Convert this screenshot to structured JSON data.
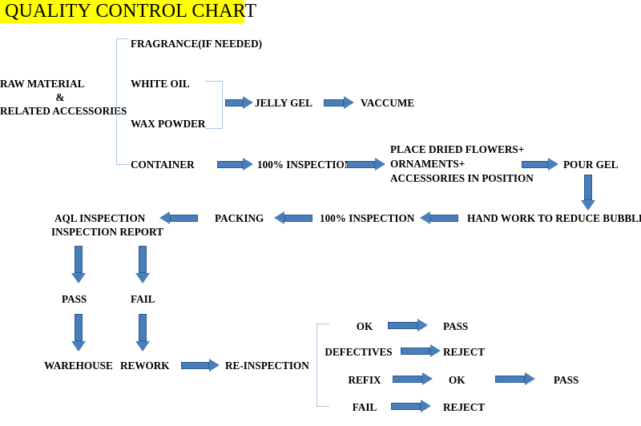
{
  "title": {
    "text": "QUALITY CONTROL CHART",
    "highlight_color": "#ffff00"
  },
  "colors": {
    "arrow_fill": "#4a7ebb",
    "arrow_stroke": "#2e5a8e",
    "bracket": "#aec6e4",
    "text": "#000000",
    "background": "#ffffff"
  },
  "nodes": {
    "raw_material_line1": "RAW MATERIAL",
    "raw_material_line2": "&",
    "raw_material_line3": "RELATED ACCESSORIES",
    "fragrance": "FRAGRANCE(IF NEEDED)",
    "white_oil": "WHITE OIL",
    "wax_powder": "WAX POWDER",
    "container": "CONTAINER",
    "jelly_gel": "JELLY GEL",
    "vaccume": "VACCUME",
    "inspection_100_a": "100% INSPECTION",
    "place_dried_line1": "PLACE DRIED FLOWERS+",
    "place_dried_line2": "ORNAMENTS+",
    "place_dried_line3": "ACCESSORIES IN POSITION",
    "pour_gel": "POUR GEL",
    "hand_work": "HAND WORK TO REDUCE BUBBLES",
    "inspection_100_b": "100% INSPECTION",
    "packing": "PACKING",
    "aql_inspection": "AQL INSPECTION",
    "inspection_report": "INSPECTION REPORT",
    "pass_left": "PASS",
    "fail_left": "FAIL",
    "warehouse": "WAREHOUSE",
    "rework": "REWORK",
    "re_inspection": "RE-INSPECTION",
    "ok_1": "OK",
    "pass_1": "PASS",
    "defectives": "DEFECTIVES",
    "reject_1": "REJECT",
    "refix": "REFIX",
    "ok_2": "OK",
    "pass_2": "PASS",
    "fail_branch": "FAIL",
    "reject_2": "REJECT"
  },
  "chart_data": {
    "type": "flowchart",
    "title": "QUALITY CONTROL CHART",
    "orientation": "serpentine-left-to-right-then-right-to-left",
    "legend": [],
    "nodes": [
      {
        "id": "raw-material",
        "label": "RAW MATERIAL & RELATED ACCESSORIES",
        "row": 1
      },
      {
        "id": "fragrance",
        "label": "FRAGRANCE(IF NEEDED)",
        "row": 1
      },
      {
        "id": "white-oil",
        "label": "WHITE OIL",
        "row": 1
      },
      {
        "id": "wax-powder",
        "label": "WAX POWDER",
        "row": 1
      },
      {
        "id": "container",
        "label": "CONTAINER",
        "row": 1
      },
      {
        "id": "jelly-gel",
        "label": "JELLY GEL",
        "row": 1
      },
      {
        "id": "vaccume",
        "label": "VACCUME",
        "row": 1
      },
      {
        "id": "inspection-100-a",
        "label": "100% INSPECTION",
        "row": 2
      },
      {
        "id": "place-dried",
        "label": "PLACE DRIED FLOWERS+ ORNAMENTS+ ACCESSORIES IN POSITION",
        "row": 2
      },
      {
        "id": "pour-gel",
        "label": "POUR GEL",
        "row": 2
      },
      {
        "id": "hand-work",
        "label": "HAND WORK TO REDUCE BUBBLES",
        "row": 3
      },
      {
        "id": "inspection-100-b",
        "label": "100% INSPECTION",
        "row": 3
      },
      {
        "id": "packing",
        "label": "PACKING",
        "row": 3
      },
      {
        "id": "aql-inspection",
        "label": "AQL INSPECTION / INSPECTION REPORT",
        "row": 3
      },
      {
        "id": "pass-left",
        "label": "PASS",
        "row": 4
      },
      {
        "id": "fail-left",
        "label": "FAIL",
        "row": 4
      },
      {
        "id": "warehouse",
        "label": "WAREHOUSE",
        "row": 5
      },
      {
        "id": "rework",
        "label": "REWORK",
        "row": 5
      },
      {
        "id": "re-inspection",
        "label": "RE-INSPECTION",
        "row": 5
      },
      {
        "id": "ok-1",
        "label": "OK",
        "row": 5
      },
      {
        "id": "pass-1",
        "label": "PASS",
        "row": 5
      },
      {
        "id": "defectives",
        "label": "DEFECTIVES",
        "row": 5
      },
      {
        "id": "reject-1",
        "label": "REJECT",
        "row": 5
      },
      {
        "id": "refix",
        "label": "REFIX",
        "row": 5
      },
      {
        "id": "ok-2",
        "label": "OK",
        "row": 5
      },
      {
        "id": "pass-2",
        "label": "PASS",
        "row": 5
      },
      {
        "id": "fail-branch",
        "label": "FAIL",
        "row": 5
      },
      {
        "id": "reject-2",
        "label": "REJECT",
        "row": 5
      }
    ],
    "edges": [
      {
        "from": "raw-material",
        "to": "fragrance",
        "style": "bracket"
      },
      {
        "from": "raw-material",
        "to": "white-oil",
        "style": "bracket"
      },
      {
        "from": "raw-material",
        "to": "wax-powder",
        "style": "bracket"
      },
      {
        "from": "raw-material",
        "to": "container",
        "style": "bracket"
      },
      {
        "from": "white-oil+wax-powder",
        "to": "jelly-gel",
        "style": "arrow-right"
      },
      {
        "from": "jelly-gel",
        "to": "vaccume",
        "style": "arrow-right"
      },
      {
        "from": "container",
        "to": "inspection-100-a",
        "style": "arrow-right"
      },
      {
        "from": "inspection-100-a",
        "to": "place-dried",
        "style": "arrow-right"
      },
      {
        "from": "place-dried",
        "to": "pour-gel",
        "style": "arrow-right"
      },
      {
        "from": "pour-gel",
        "to": "hand-work",
        "style": "arrow-down"
      },
      {
        "from": "hand-work",
        "to": "inspection-100-b",
        "style": "arrow-left"
      },
      {
        "from": "inspection-100-b",
        "to": "packing",
        "style": "arrow-left"
      },
      {
        "from": "packing",
        "to": "aql-inspection",
        "style": "arrow-left"
      },
      {
        "from": "aql-inspection",
        "to": "pass-left",
        "style": "arrow-down"
      },
      {
        "from": "aql-inspection",
        "to": "fail-left",
        "style": "arrow-down"
      },
      {
        "from": "pass-left",
        "to": "warehouse",
        "style": "arrow-down"
      },
      {
        "from": "fail-left",
        "to": "rework",
        "style": "arrow-down"
      },
      {
        "from": "rework",
        "to": "re-inspection",
        "style": "arrow-right"
      },
      {
        "from": "re-inspection",
        "to": "ok-1",
        "style": "bracket"
      },
      {
        "from": "re-inspection",
        "to": "defectives",
        "style": "bracket"
      },
      {
        "from": "re-inspection",
        "to": "refix",
        "style": "bracket"
      },
      {
        "from": "re-inspection",
        "to": "fail-branch",
        "style": "bracket"
      },
      {
        "from": "ok-1",
        "to": "pass-1",
        "style": "arrow-right"
      },
      {
        "from": "defectives",
        "to": "reject-1",
        "style": "arrow-right"
      },
      {
        "from": "refix",
        "to": "ok-2",
        "style": "arrow-right"
      },
      {
        "from": "ok-2",
        "to": "pass-2",
        "style": "arrow-right"
      },
      {
        "from": "fail-branch",
        "to": "reject-2",
        "style": "arrow-right"
      }
    ]
  }
}
